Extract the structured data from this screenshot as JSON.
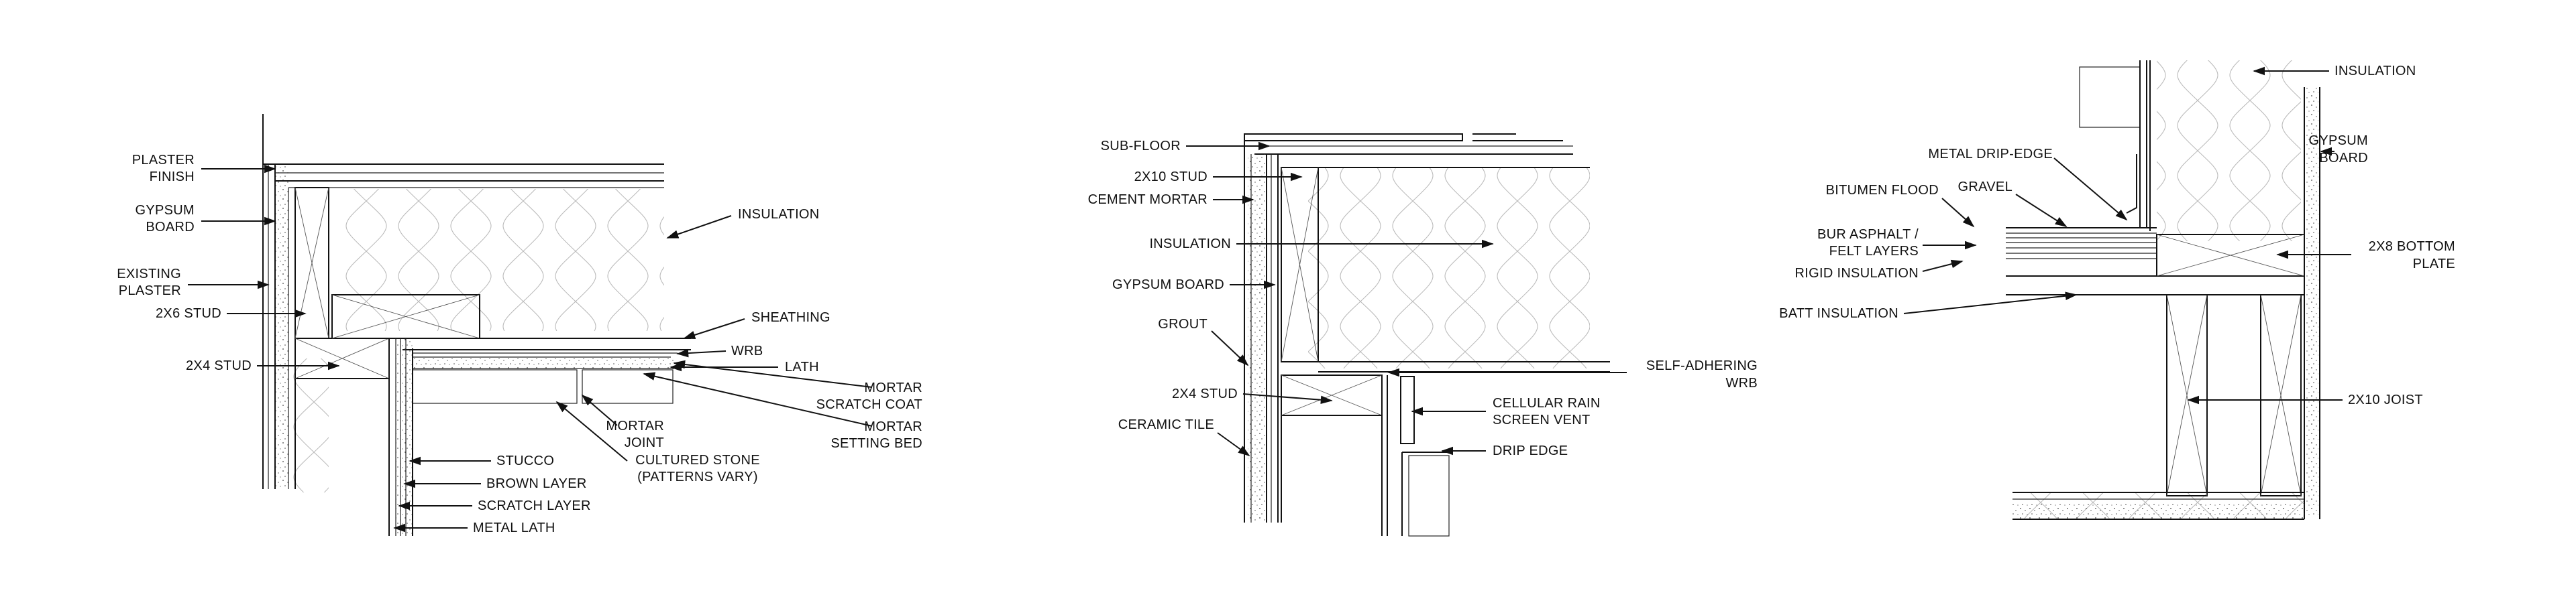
{
  "details": [
    {
      "id": "detail-1",
      "labels": {
        "plaster_finish_1": "PLASTER",
        "plaster_finish_2": "FINISH",
        "gypsum_board_1": "GYPSUM",
        "gypsum_board_2": "BOARD",
        "existing_plaster_1": "EXISTING",
        "existing_plaster_2": "PLASTER",
        "stud_2x6": "2X6 STUD",
        "stud_2x4": "2X4 STUD",
        "insulation": "INSULATION",
        "sheathing": "SHEATHING",
        "wrb": "WRB",
        "lath": "LATH",
        "mortar_scratch_1": "MORTAR",
        "mortar_scratch_2": "SCRATCH COAT",
        "mortar_setting_1": "MORTAR",
        "mortar_setting_2": "SETTING BED",
        "mortar_joint_1": "MORTAR",
        "mortar_joint_2": "JOINT",
        "cultured_stone_1": "CULTURED STONE",
        "cultured_stone_2": "(PATTERNS VARY)",
        "stucco": "STUCCO",
        "brown_layer": "BROWN LAYER",
        "scratch_layer": "SCRATCH LAYER",
        "metal_lath": "METAL LATH"
      }
    },
    {
      "id": "detail-2",
      "labels": {
        "sub_floor": "SUB-FLOOR",
        "stud_2x10": "2X10 STUD",
        "cement_mortar": "CEMENT MORTAR",
        "insulation": "INSULATION",
        "gypsum_board": "GYPSUM BOARD",
        "grout": "GROUT",
        "stud_2x4": "2X4 STUD",
        "ceramic_tile": "CERAMIC TILE",
        "self_adhering_1": "SELF-ADHERING",
        "self_adhering_2": "WRB",
        "rain_screen_1": "CELLULAR RAIN",
        "rain_screen_2": "SCREEN VENT",
        "drip_edge": "DRIP EDGE"
      }
    },
    {
      "id": "detail-3",
      "labels": {
        "insulation": "INSULATION",
        "metal_drip_edge": "METAL DRIP-EDGE",
        "gypsum_board_1": "GYPSUM",
        "gypsum_board_2": "BOARD",
        "bitumen_flood": "BITUMEN FLOOD",
        "gravel": "GRAVEL",
        "bur_asphalt_1": "BUR ASPHALT /",
        "bur_asphalt_2": "FELT LAYERS",
        "rigid_insulation": "RIGID INSULATION",
        "bottom_plate_1": "2X8 BOTTOM",
        "bottom_plate_2": "PLATE",
        "batt_insulation": "BATT INSULATION",
        "joist_2x10": "2X10 JOIST"
      }
    }
  ]
}
